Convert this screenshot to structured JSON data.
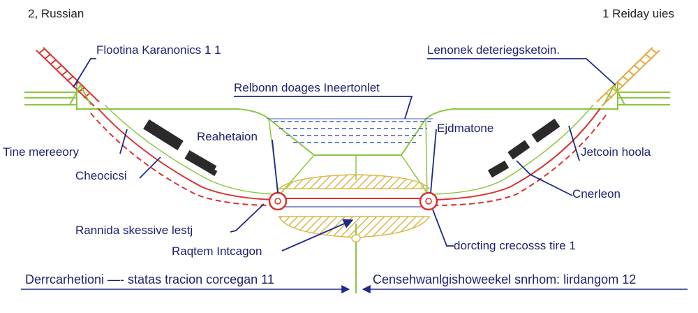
{
  "header": {
    "left_text": "2, Russian",
    "right_text": "1 Reiday uies"
  },
  "labels": {
    "top_left": "Flootina Karanonics 1 1",
    "top_right": "Lenonek deteriegsketoin.",
    "top_center": "Relbonn doages Ineertonlet",
    "mid_left_1": "Tine mereeory",
    "mid_left_2": "Cheocicsi",
    "center_left": "Reahetaion",
    "center_right": "Ejdmatone",
    "mid_right_1": "Jetcoin hoola",
    "mid_right_2": "Cnerleon",
    "lower_left": "Rannida skessive lestj",
    "lower_center": "Raqtem Intcagon",
    "lower_right": "dorcting crecosss tire 1",
    "bottom_left": "Derrcarhetioni —- statas tracion corcegan 11",
    "bottom_right": "Censehwanlgishoweekel snrhom: lirdangom 12"
  },
  "colors": {
    "track_green": "#8cc63f",
    "track_red": "#d8322e",
    "leader_blue": "#1c2a8a",
    "text_navy": "#1c1f6e",
    "hatch_yellow": "#d9b84a",
    "ladder_orange": "#e8a73a",
    "dash_blue": "#3c5fb8",
    "train_dark": "#2a2a2a"
  },
  "icons": {
    "left_marker": "circled-point-icon",
    "right_marker": "circled-point-icon",
    "trains": "train-icon"
  }
}
